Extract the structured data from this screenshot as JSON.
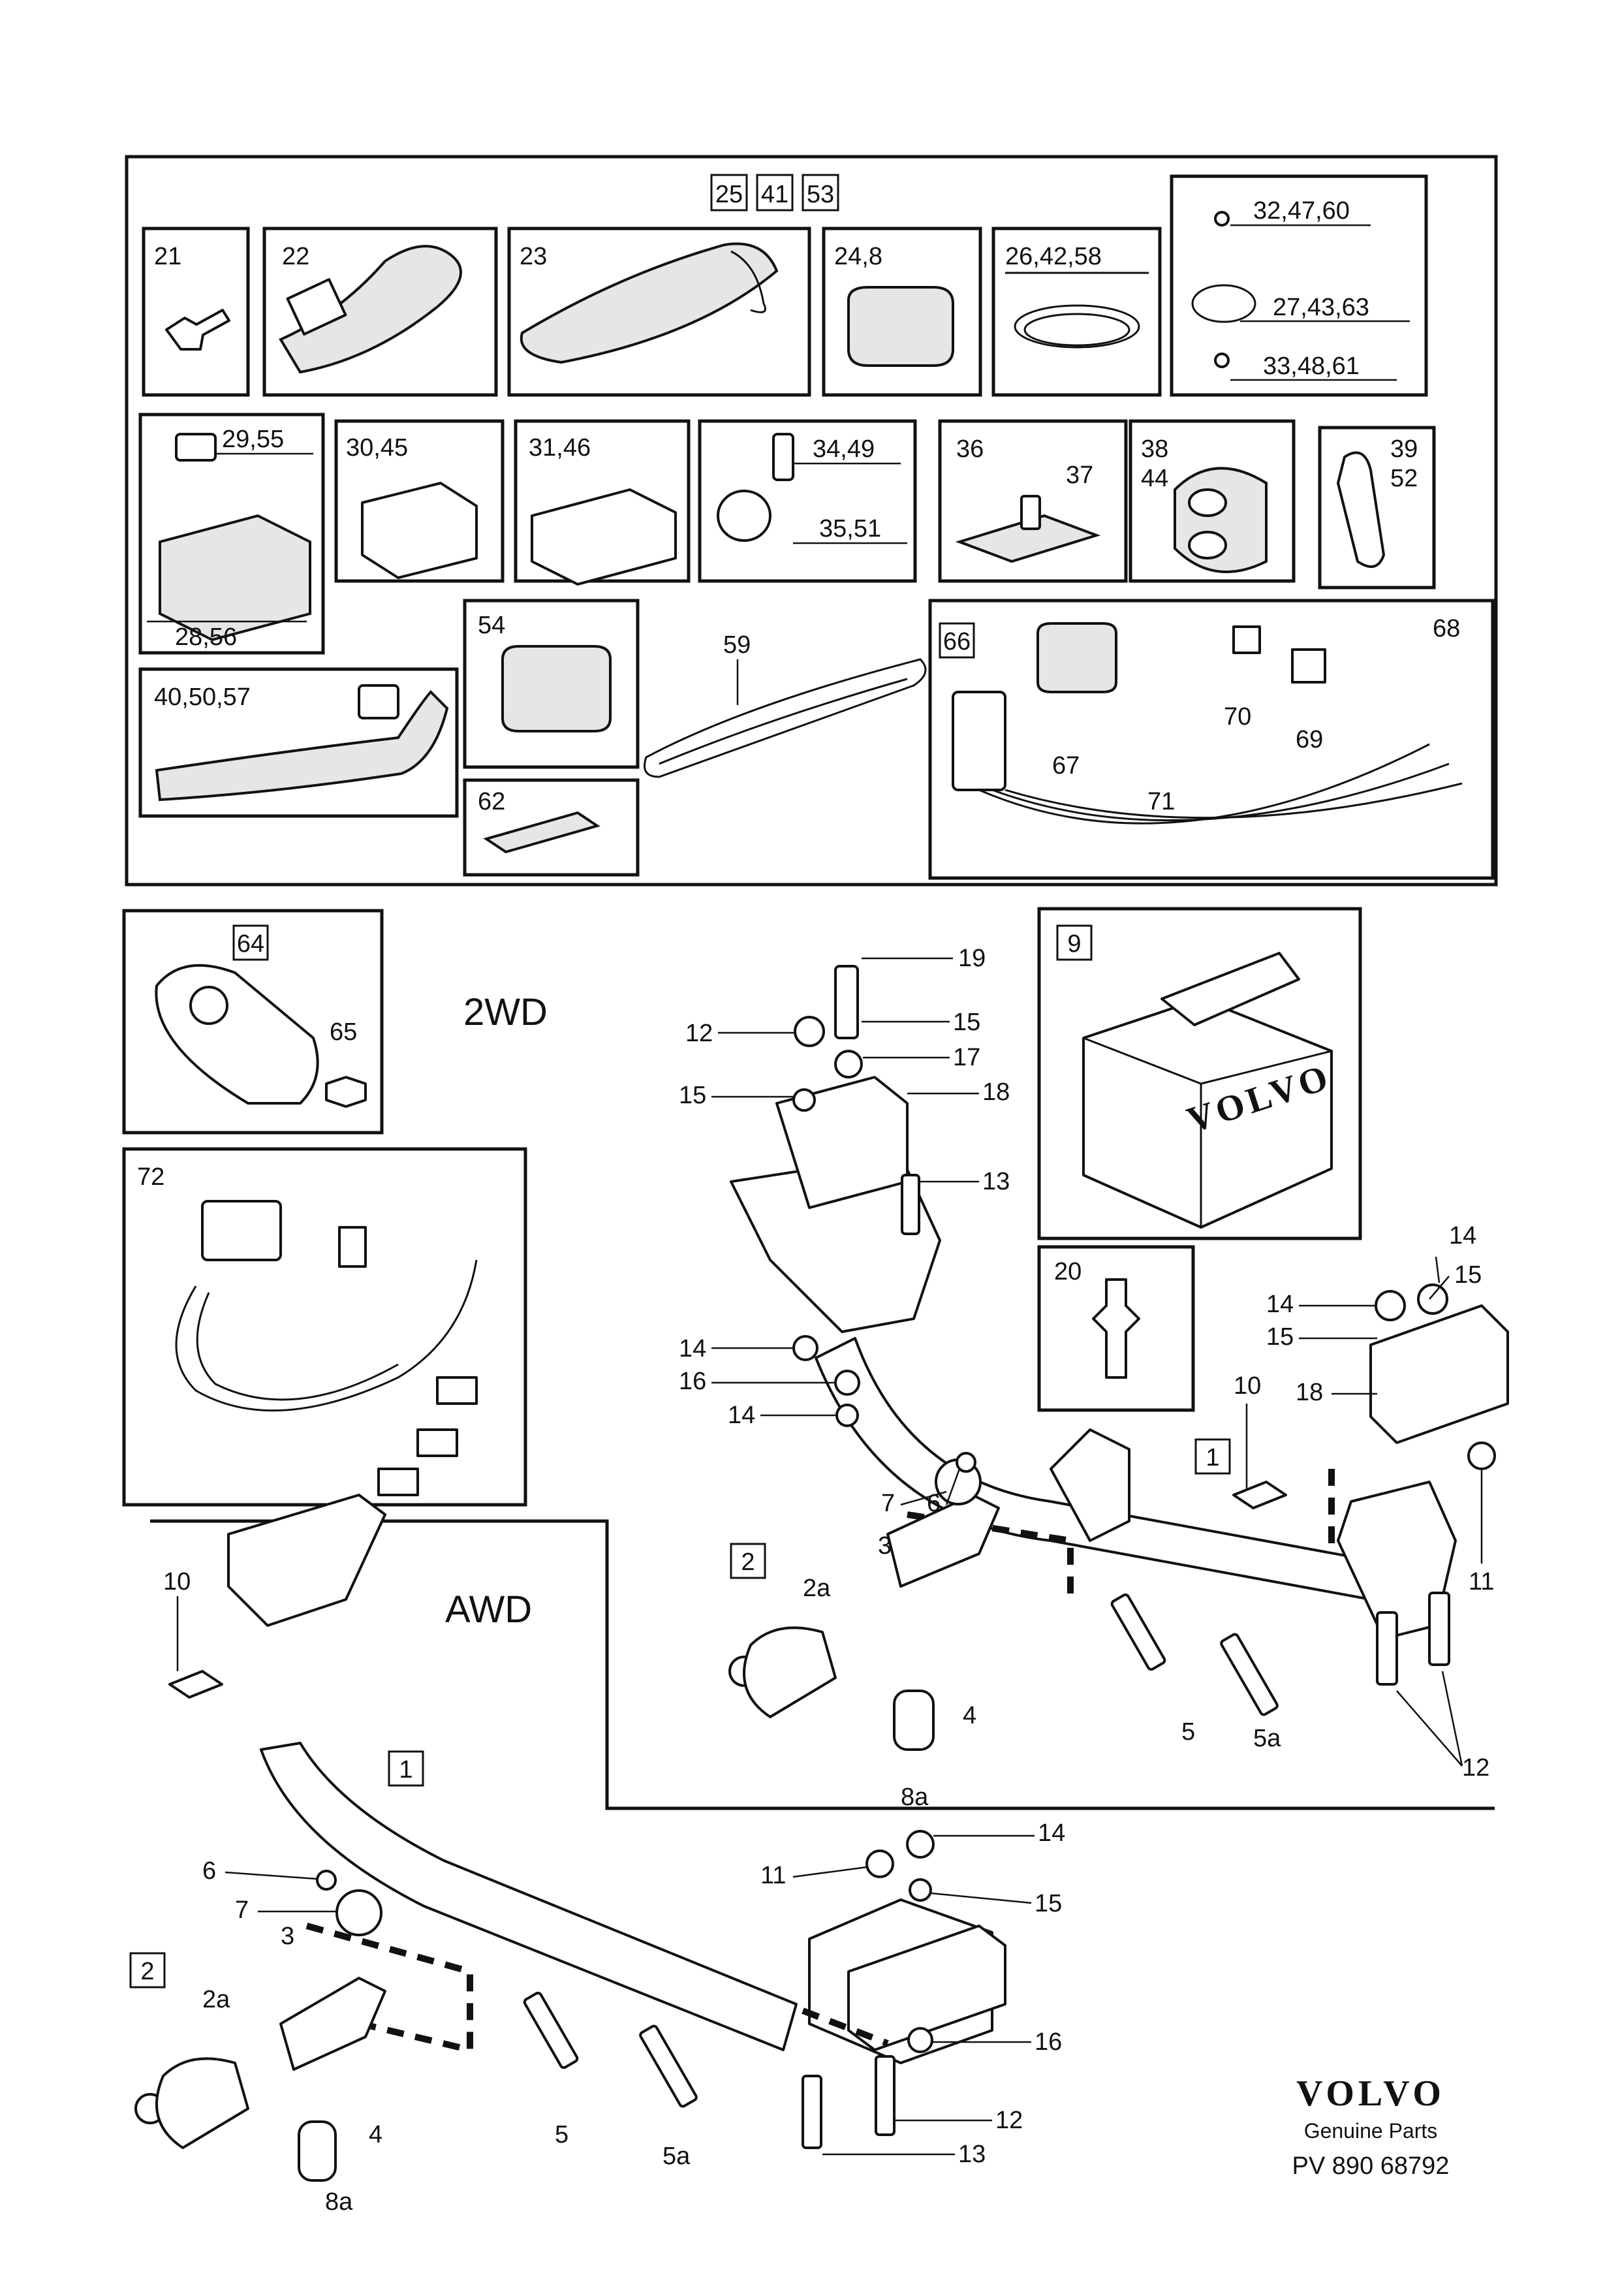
{
  "header_box_refs": [
    "25",
    "41",
    "53"
  ],
  "labels": {
    "p21": "21",
    "p22": "22",
    "p23": "23",
    "p24": "24,8",
    "p26": "26,42,58",
    "p32": "32,47,60",
    "p27": "27,43,63",
    "p33": "33,48,61",
    "p29": "29,55",
    "p28": "28,56",
    "p30": "30,45",
    "p31": "31,46",
    "p34": "34,49",
    "p35": "35,51",
    "p36": "36",
    "p37": "37",
    "p38": "38",
    "p44": "44",
    "p39": "39",
    "p52": "52",
    "p40": "40,50,57",
    "p54": "54",
    "p59": "59",
    "p62": "62",
    "p66": "66",
    "p67": "67",
    "p68": "68",
    "p69": "69",
    "p70": "70",
    "p71": "71",
    "p64": "64",
    "p65": "65",
    "p72": "72",
    "p9": "9",
    "p20": "20",
    "n19": "19",
    "n15": "15",
    "n12": "12",
    "n17": "17",
    "n18": "18",
    "n13": "13",
    "n14": "14",
    "n16": "16",
    "n10": "10",
    "n11": "11",
    "n6": "6",
    "n7": "7",
    "n3": "3",
    "n2": "2",
    "n2a": "2a",
    "n4": "4",
    "n5": "5",
    "n5a": "5a",
    "n8a": "8a",
    "n1": "1"
  },
  "variant_2wd": "2WD",
  "variant_awd": "AWD",
  "box9_logo": "VOLVO",
  "footer": {
    "logo": "VOLVO",
    "subtitle": "Genuine Parts",
    "code": "PV 890 68792"
  }
}
